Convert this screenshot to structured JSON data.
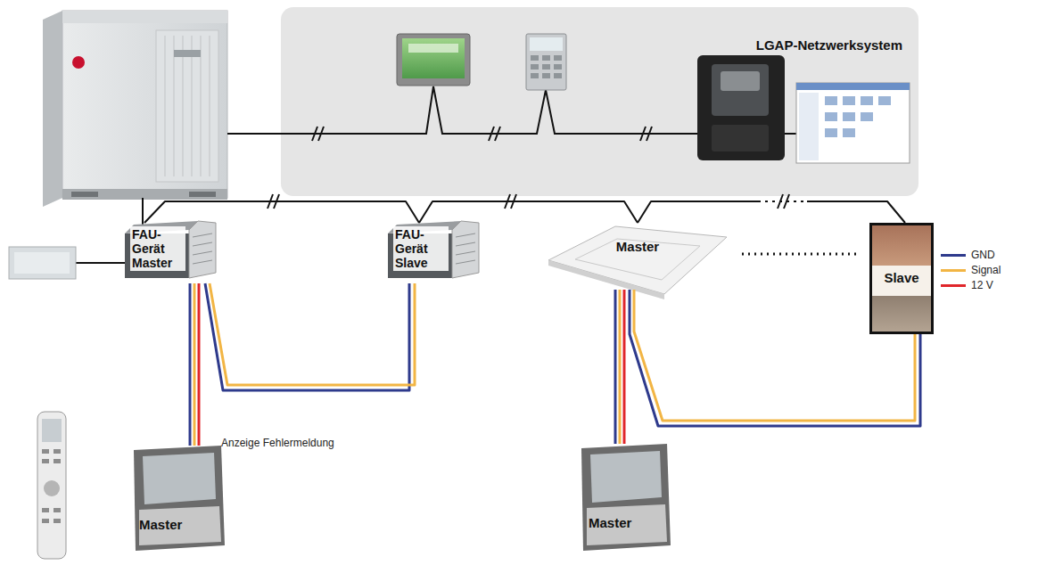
{
  "diagram": {
    "nodes": [
      {
        "text": [
          "LGAP-Netzwerksystem"
        ]
      },
      {
        "text": [
          "FAU- Gerät Master"
        ]
      },
      {
        "text": [
          "FAU- Gerät Slave"
        ]
      },
      {
        "text": [
          "Master"
        ]
      },
      {
        "text": [
          "Slave"
        ]
      },
      {
        "text": [
          "Master"
        ]
      },
      {
        "text": [
          "Master"
        ]
      }
    ],
    "edges": [
      {
        "from": 1,
        "to": 2,
        "arrow": "none"
      },
      {
        "from": 2,
        "to": 3,
        "arrow": "none"
      },
      {
        "from": 3,
        "to": 4,
        "arrow": "none"
      },
      {
        "from": 1,
        "to": 5,
        "arrow": "none"
      },
      {
        "from": 1,
        "to": 2,
        "arrow": "none"
      },
      {
        "from": 3,
        "to": 6,
        "arrow": "none"
      },
      {
        "from": 3,
        "to": 4,
        "arrow": "none"
      }
    ],
    "labels": [
      "Anzeige Fehlermeldung"
    ],
    "legend": [
      {
        "text": "GND",
        "color": "#2e3a8c"
      },
      {
        "text": "Signal",
        "color": "#f2b544"
      },
      {
        "text": "12 V",
        "color": "#e0262b"
      }
    ]
  }
}
